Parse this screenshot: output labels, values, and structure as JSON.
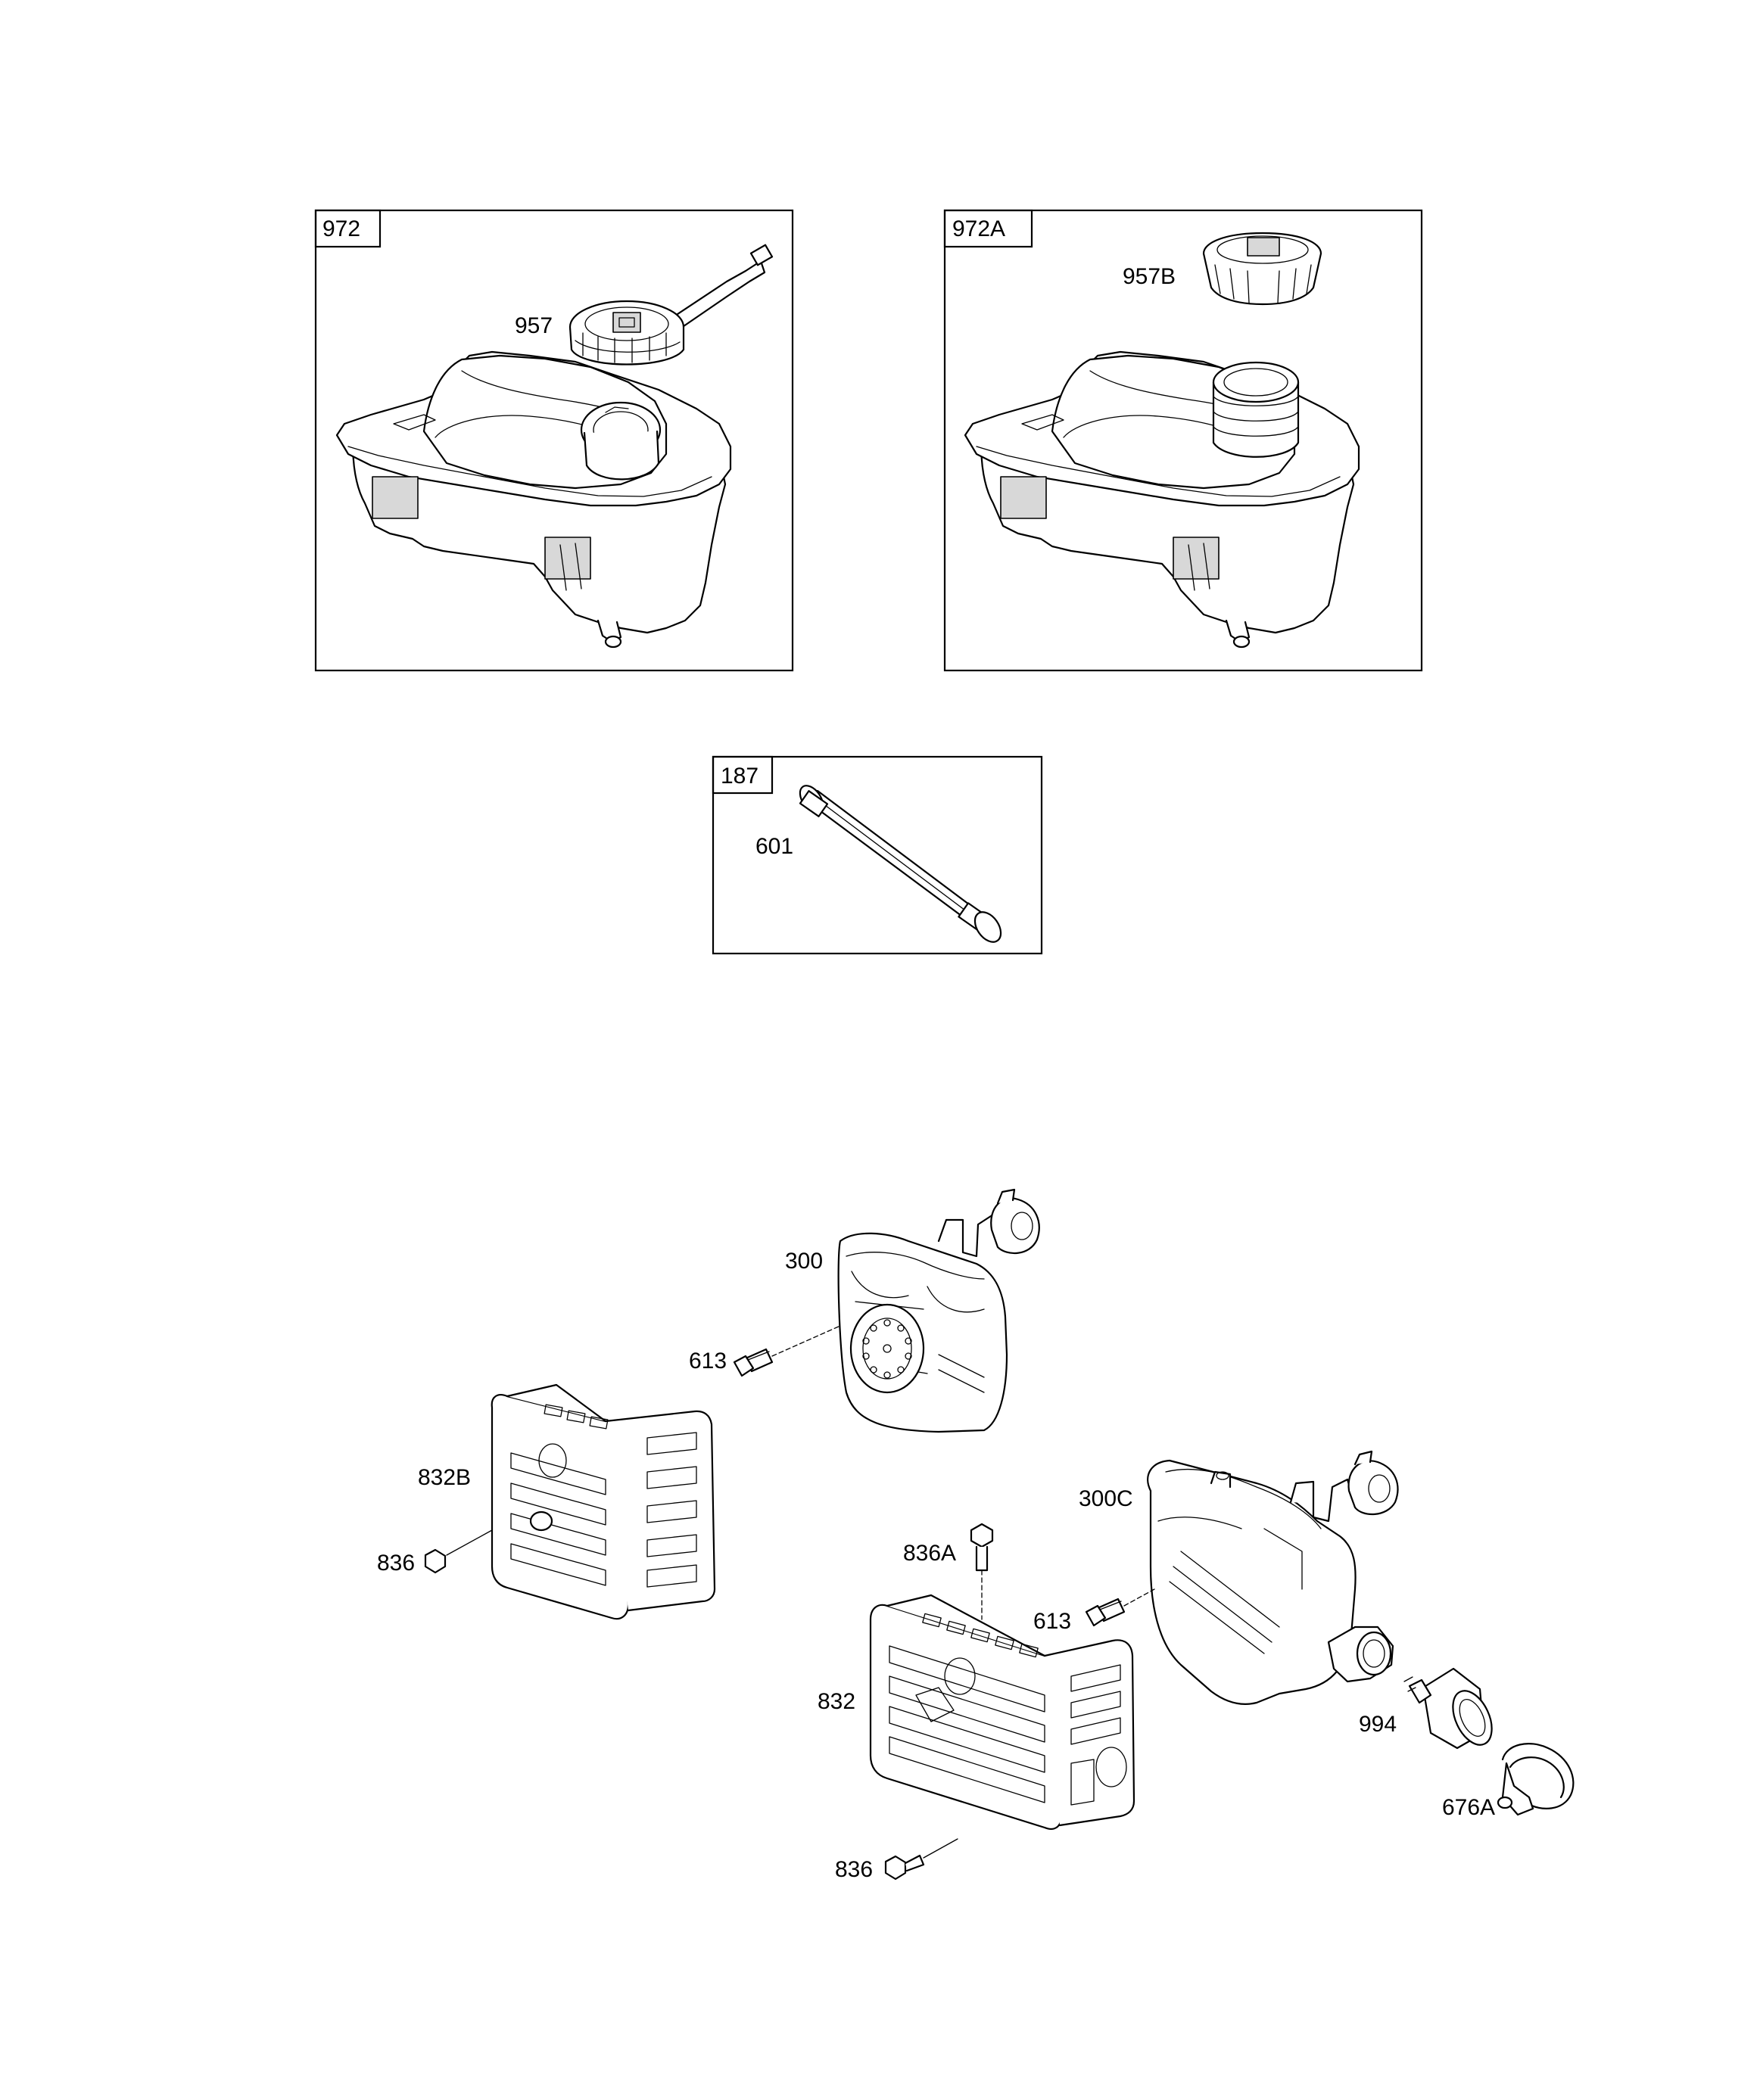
{
  "boxes": {
    "tank_kit": "972",
    "tank_kit_alt": "972A",
    "line_kit": "187"
  },
  "callouts": {
    "cap": "957",
    "cap_alt": "957B",
    "fuel_line": "601",
    "muffler": "300",
    "muffler_alt": "300C",
    "screw_upper": "613",
    "screw_lower": "613",
    "guard_alt": "832B",
    "guard": "832",
    "bolt_left": "836",
    "bolt_bottom": "836",
    "bolt_top": "836A",
    "tailpipe": "994",
    "clamp": "676A"
  }
}
